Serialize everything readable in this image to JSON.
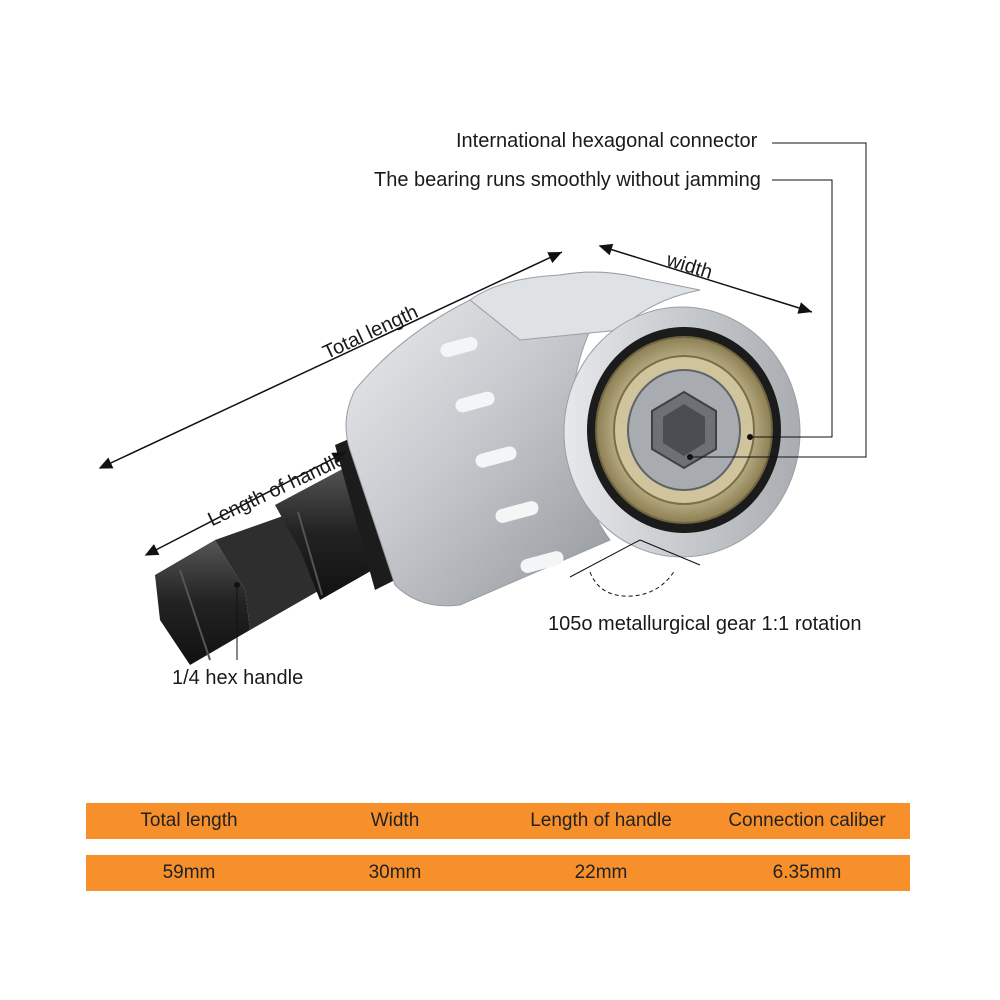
{
  "callouts": {
    "hex_connector": "International hexagonal connector",
    "bearing": "The bearing runs smoothly without jamming",
    "width": "width",
    "total_length": "Total length",
    "handle_length": "Length of handle",
    "hex_handle": "1/4 hex handle",
    "gear": "105o metallurgical gear 1:1 rotation"
  },
  "spec_table": {
    "headers": [
      "Total length",
      "Width",
      "Length of handle",
      "Connection caliber"
    ],
    "values": [
      "59mm",
      "30mm",
      "22mm",
      "6.35mm"
    ]
  },
  "colors": {
    "table_band": "#f7902a",
    "metal": "#c9ccd0",
    "bit": "#2b2b2b",
    "bearing": "#c7b98a"
  }
}
